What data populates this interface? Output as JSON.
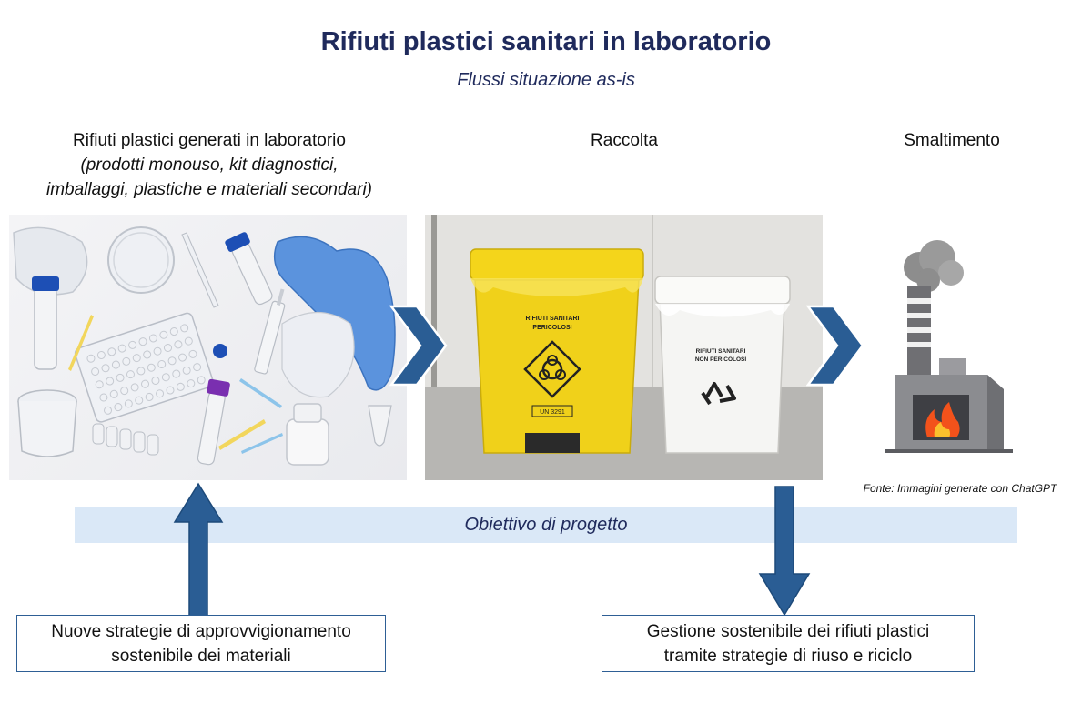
{
  "header": {
    "title": "Rifiuti plastici sanitari in laboratorio",
    "subtitle": "Flussi situazione as-is"
  },
  "columns": {
    "generated": {
      "label": "Rifiuti plastici generati in laboratorio",
      "detail_line1": "(prodotti monouso, kit diagnostici,",
      "detail_line2": "imballaggi, plastiche e materiali secondari)"
    },
    "collection": {
      "label": "Raccolta"
    },
    "disposal": {
      "label": "Smaltimento"
    }
  },
  "bins": {
    "yellow_line1": "RIFIUTI SANITARI",
    "yellow_line2": "PERICOLOSI",
    "yellow_code": "UN 3291",
    "white_line1": "RIFIUTI SANITARI",
    "white_line2": "NON PERICOLOSI"
  },
  "source_note": "Fonte: Immagini generate con ChatGPT",
  "objective": "Obiettivo di progetto",
  "boxes": {
    "left_line1": "Nuove strategie di approvvigionamento",
    "left_line2": "sostenibile dei materiali",
    "right_line1": "Gestione sostenibile dei rifiuti plastici",
    "right_line2": "tramite strategie di riuso e riciclo"
  },
  "colors": {
    "title": "#1f2a5c",
    "arrow_blue": "#2a5d94",
    "band": "#dae8f7",
    "bin_yellow": "#f0d11a"
  }
}
